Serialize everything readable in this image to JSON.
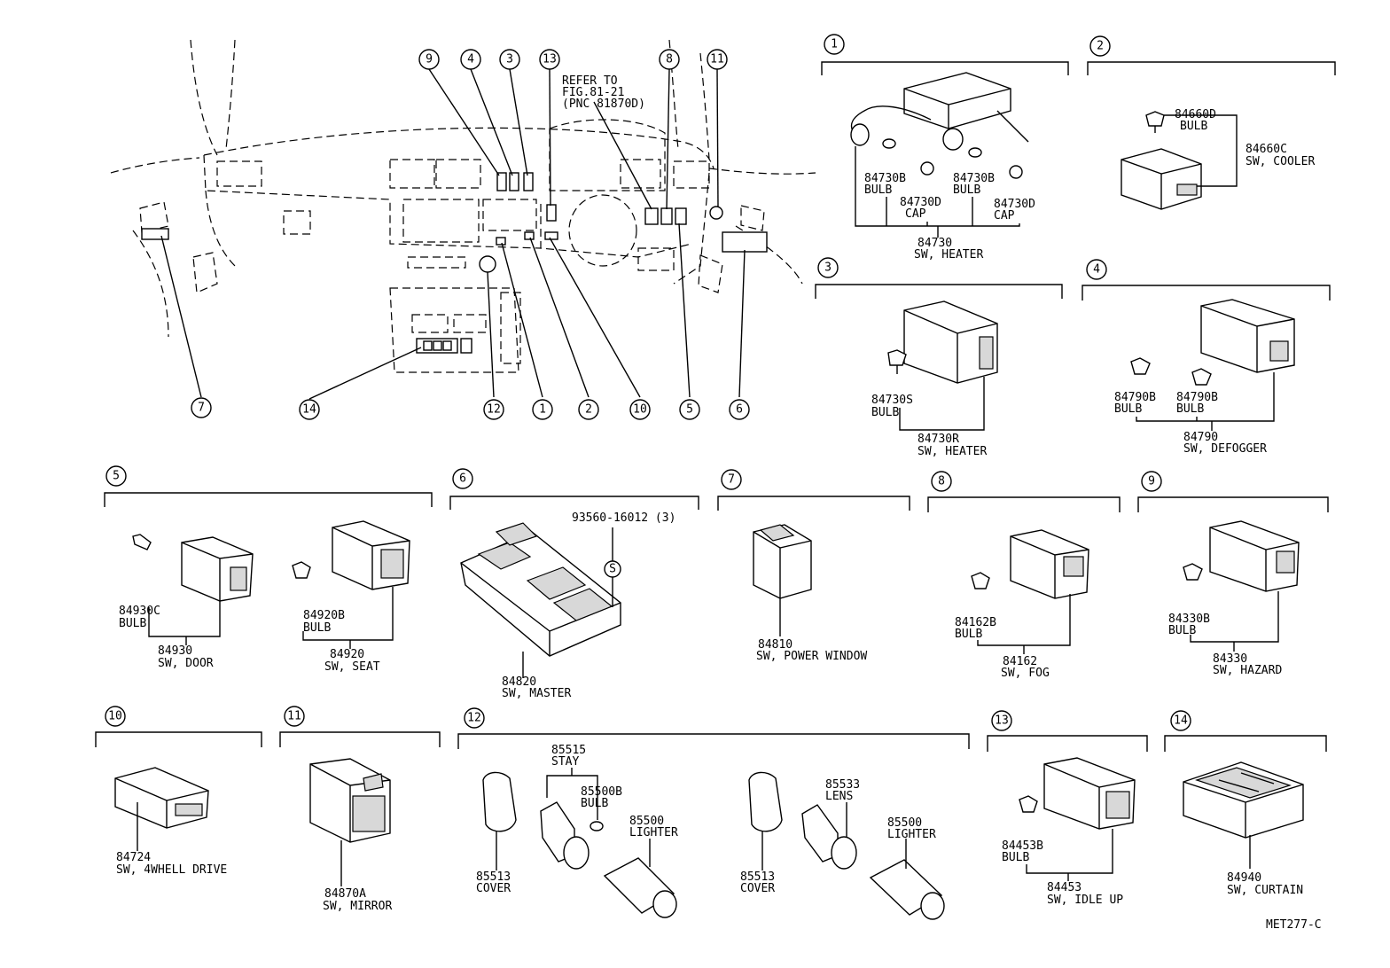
{
  "dashboard": {
    "refer_note": [
      "REFER TO",
      "FIG.81-21",
      "(PNC 81870D)"
    ],
    "callouts": [
      "1",
      "2",
      "3",
      "4",
      "5",
      "6",
      "7",
      "8",
      "9",
      "10",
      "11",
      "12",
      "13",
      "14"
    ]
  },
  "groups": [
    {
      "num": "1",
      "labels": [
        {
          "id": "g1_84730b_a",
          "lines": [
            "84730B",
            "BULB"
          ]
        },
        {
          "id": "g1_84730d_a",
          "lines": [
            "84730D",
            "CAP"
          ]
        },
        {
          "id": "g1_84730b_b",
          "lines": [
            "84730B",
            "BULB"
          ]
        },
        {
          "id": "g1_84730d_b",
          "lines": [
            "84730D",
            "CAP"
          ]
        },
        {
          "id": "g1_main",
          "lines": [
            "84730",
            "SW, HEATER"
          ]
        }
      ]
    },
    {
      "num": "2",
      "labels": [
        {
          "id": "g2_bulb",
          "lines": [
            "84660D",
            "BULB"
          ]
        },
        {
          "id": "g2_main",
          "lines": [
            "84660C",
            "SW, COOLER"
          ]
        }
      ]
    },
    {
      "num": "3",
      "labels": [
        {
          "id": "g3_bulb",
          "lines": [
            "84730S",
            "BULB"
          ]
        },
        {
          "id": "g3_main",
          "lines": [
            "84730R",
            "SW, HEATER"
          ]
        }
      ]
    },
    {
      "num": "4",
      "labels": [
        {
          "id": "g4_bulb_a",
          "lines": [
            "84790B",
            "BULB"
          ]
        },
        {
          "id": "g4_bulb_b",
          "lines": [
            "84790B",
            "BULB"
          ]
        },
        {
          "id": "g4_main",
          "lines": [
            "84790",
            "SW, DEFOGGER"
          ]
        }
      ]
    },
    {
      "num": "5",
      "labels": [
        {
          "id": "g5_bulb_a",
          "lines": [
            "84930C",
            "BULB"
          ]
        },
        {
          "id": "g5_main_a",
          "lines": [
            "84930",
            "SW, DOOR"
          ]
        },
        {
          "id": "g5_bulb_b",
          "lines": [
            "84920B",
            "BULB"
          ]
        },
        {
          "id": "g5_main_b",
          "lines": [
            "84920",
            "SW, SEAT"
          ]
        }
      ]
    },
    {
      "num": "6",
      "labels": [
        {
          "id": "g6_screw",
          "lines": [
            "93560-16012 (3)"
          ]
        },
        {
          "id": "g6_screw_sym",
          "lines": [
            "S"
          ]
        },
        {
          "id": "g6_main",
          "lines": [
            "84820",
            "SW, MASTER"
          ]
        }
      ]
    },
    {
      "num": "7",
      "labels": [
        {
          "id": "g7_main",
          "lines": [
            "84810",
            "SW, POWER WINDOW"
          ]
        }
      ]
    },
    {
      "num": "8",
      "labels": [
        {
          "id": "g8_bulb",
          "lines": [
            "84162B",
            "BULB"
          ]
        },
        {
          "id": "g8_main",
          "lines": [
            "84162",
            "SW, FOG"
          ]
        }
      ]
    },
    {
      "num": "9",
      "labels": [
        {
          "id": "g9_bulb",
          "lines": [
            "84330B",
            "BULB"
          ]
        },
        {
          "id": "g9_main",
          "lines": [
            "84330",
            "SW, HAZARD"
          ]
        }
      ]
    },
    {
      "num": "10",
      "labels": [
        {
          "id": "g10_main",
          "lines": [
            "84724",
            "SW, 4WHELL DRIVE"
          ]
        }
      ]
    },
    {
      "num": "11",
      "labels": [
        {
          "id": "g11_main",
          "lines": [
            "84870A",
            "SW, MIRROR"
          ]
        }
      ]
    },
    {
      "num": "12",
      "labels": [
        {
          "id": "g12_stay",
          "lines": [
            "85515",
            "STAY"
          ]
        },
        {
          "id": "g12_bulb",
          "lines": [
            "85500B",
            "BULB"
          ]
        },
        {
          "id": "g12_lighter_a",
          "lines": [
            "85500",
            "LIGHTER"
          ]
        },
        {
          "id": "g12_cover_a",
          "lines": [
            "85513",
            "COVER"
          ]
        },
        {
          "id": "g12_lens",
          "lines": [
            "85533",
            "LENS"
          ]
        },
        {
          "id": "g12_lighter_b",
          "lines": [
            "85500",
            "LIGHTER"
          ]
        },
        {
          "id": "g12_cover_b",
          "lines": [
            "85513",
            "COVER"
          ]
        }
      ]
    },
    {
      "num": "13",
      "labels": [
        {
          "id": "g13_bulb",
          "lines": [
            "84453B",
            "BULB"
          ]
        },
        {
          "id": "g13_main",
          "lines": [
            "84453",
            "SW, IDLE UP"
          ]
        }
      ]
    },
    {
      "num": "14",
      "labels": [
        {
          "id": "g14_main",
          "lines": [
            "84940",
            "SW, CURTAIN"
          ]
        }
      ]
    }
  ],
  "footer": {
    "code": "MET277-C"
  }
}
